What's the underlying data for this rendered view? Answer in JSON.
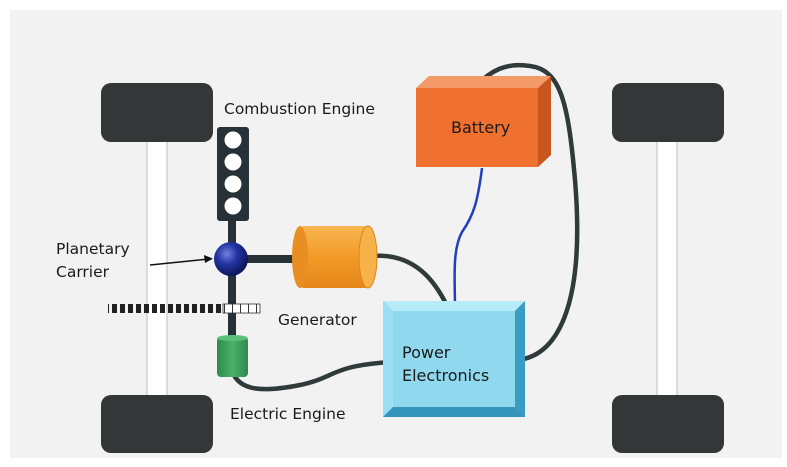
{
  "labels": {
    "combustion_engine": "Combustion Engine",
    "planetary_line1": "Planetary",
    "planetary_line2": "Carrier",
    "generator": "Generator",
    "battery": "Battery",
    "power_line1": "Power",
    "power_line2": "Electronics",
    "electric_engine": "Electric Engine"
  },
  "colors": {
    "background_panel": "#f2f2f2",
    "tire": "#333738",
    "axle": "#ffffff",
    "engine_block": "#263238",
    "battery_front": "#f07030",
    "battery_top": "#f49a68",
    "battery_side": "#c9551f",
    "generator": "#f5a030",
    "power_electronics": "#8fd8ee",
    "power_electronics_border": "#3aa0c8",
    "electric_motor": "#3a9a5a",
    "planetary_carrier": "#1f2a8a",
    "battery_link": "#1f3fbf",
    "cable": "#2f3a3a"
  }
}
